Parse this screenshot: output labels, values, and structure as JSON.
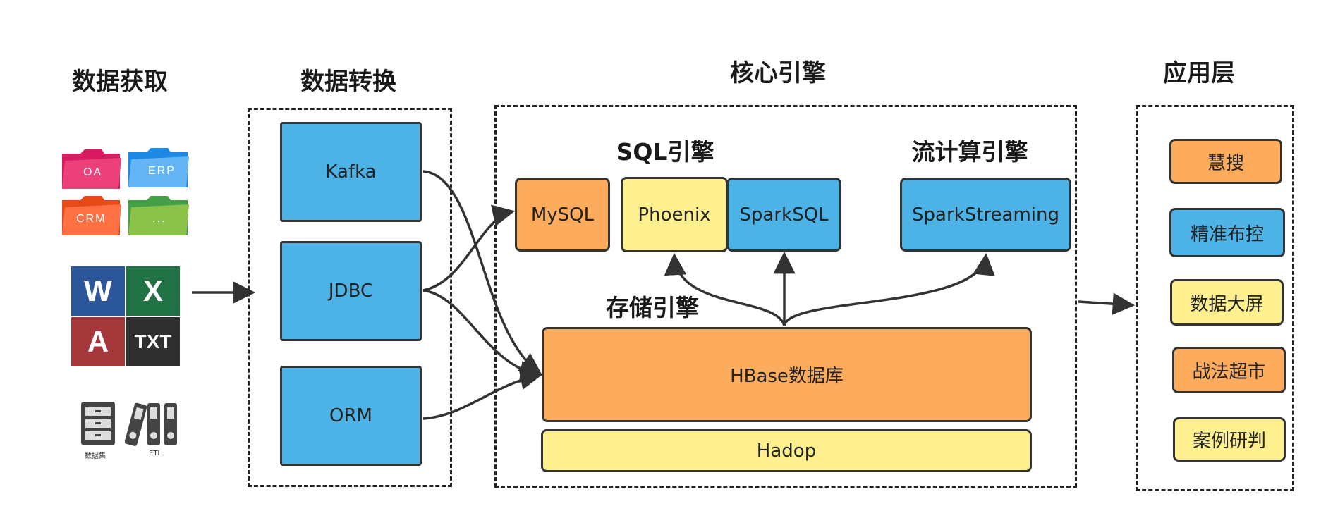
{
  "headers": {
    "acquire": "数据获取",
    "transform": "数据转换",
    "core": "核心引擎",
    "app": "应用层"
  },
  "sources": {
    "folders": [
      "OA",
      "ERP",
      "CRM",
      "..."
    ],
    "office": [
      "W",
      "X",
      "A",
      "TXT"
    ],
    "storage_labels": [
      "数据集",
      "ETL"
    ]
  },
  "transform": [
    "Kafka",
    "JDBC",
    "ORM"
  ],
  "core": {
    "sql_title": "SQL引擎",
    "stream_title": "流计算引擎",
    "storage_title": "存储引擎",
    "mysql": "MySQL",
    "phoenix": "Phoenix",
    "sparksql": "SparkSQL",
    "sparkstreaming": "SparkStreaming",
    "hbase": "HBase数据库",
    "hadoop": "Hadop"
  },
  "apps": [
    "慧搜",
    "精准布控",
    "数据大屏",
    "战法超市",
    "案例研判"
  ],
  "colors": {
    "blue": "#4db3e6",
    "orange": "#fdab5c",
    "yellow": "#fff08f",
    "word": "#2b579a",
    "excel": "#217346",
    "access": "#a4373a",
    "txt": "#2f2f2f"
  }
}
